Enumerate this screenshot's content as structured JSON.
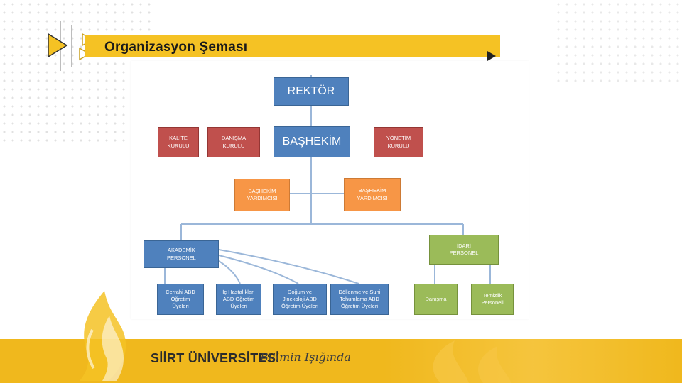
{
  "slide": {
    "title": "Organizasyon Şeması"
  },
  "footer": {
    "university": "SİİRT ÜNİVERSİTESİ",
    "motto": "Bilimin Işığında"
  },
  "colors": {
    "accent_yellow": "#f5c224",
    "footer_yellow": "#f0b81d",
    "blue": "#4f81bd",
    "red": "#c0504d",
    "orange": "#f79646",
    "green": "#9bbb59"
  },
  "org": {
    "rektor": "REKTÖR",
    "bashekim": "BAŞHEKİM",
    "kalite": "KALİTE\nKURULU",
    "danisma_kurulu": "DANIŞMA\nKURULU",
    "yonetim": "YÖNETİM\nKURULU",
    "yardimci_1": "BAŞHEKİM\nYARDIMCISI",
    "yardimci_2": "BAŞHEKİM\nYARDIMCISI",
    "akademik": "AKADEMİK\nPERSONEL",
    "idari": "İDARİ\nPERSONEL",
    "cerrahi": "Cerrahi ABD\nÖğretim\nÜyeleri",
    "ic": "İç Hastalıkları\nABD Öğretim\nÜyeleri",
    "dogum": "Doğum ve\nJinekoloji ABD\nÖğretim Üyeleri",
    "dollenme": "Döllenme ve Suni\nTohumlama ABD\nÖğretim Üyeleri",
    "danisma": "Danışma",
    "temizlik": "Temizlik\nPersoneli"
  }
}
